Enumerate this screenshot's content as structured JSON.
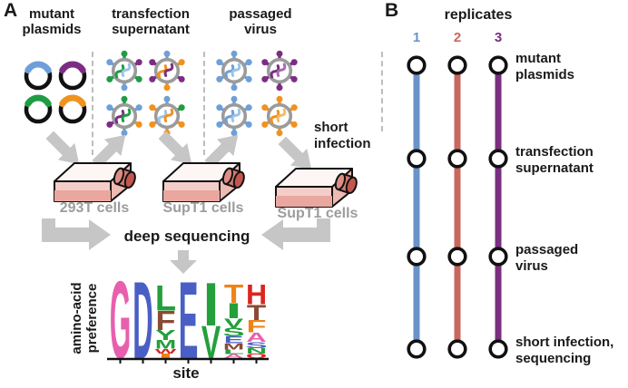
{
  "palette": {
    "blue": "#6f9fd8",
    "green": "#1f9c44",
    "purple": "#7c2d83",
    "orange": "#f0921e",
    "blue_l": "#9cc3e8",
    "purple_l": "#a96cb0",
    "orange_l": "#f6b96a",
    "virus_gray": "#9b9b9b",
    "arrow_gray": "#c6c6c6",
    "cells_label_gray": "#9c9c9c",
    "flask_pink": "#f4cdc8",
    "flask_liquid": "#e9a79f",
    "flask_cap": "#c4564f"
  },
  "panel_a": {
    "label": "A",
    "columns": [
      {
        "title": "mutant\nplasmids"
      },
      {
        "title": "transfection\nsupernatant"
      },
      {
        "title": "passaged\nvirus"
      }
    ],
    "plasmids": [
      {
        "color": "blue"
      },
      {
        "color": "purple"
      },
      {
        "color": "green"
      },
      {
        "color": "orange"
      }
    ],
    "supernatant_viruses": [
      {
        "spikes": [
          "green",
          "purple",
          "green",
          "blue",
          "green",
          "blue"
        ],
        "rna": [
          "green",
          "blue_l"
        ]
      },
      {
        "spikes": [
          "blue",
          "orange",
          "purple",
          "orange",
          "purple",
          "purple"
        ],
        "rna": [
          "orange",
          "purple"
        ]
      },
      {
        "spikes": [
          "green",
          "blue",
          "orange",
          "blue",
          "purple",
          "blue"
        ],
        "rna": [
          "purple",
          "green"
        ]
      },
      {
        "spikes": [
          "blue",
          "green",
          "orange",
          "orange",
          "orange",
          "orange"
        ],
        "rna": [
          "blue_l",
          "orange"
        ]
      }
    ],
    "passaged_viruses": [
      {
        "spikes": "blue",
        "rna": [
          "blue",
          "blue_l"
        ]
      },
      {
        "spikes": "purple",
        "rna": [
          "purple",
          "purple_l"
        ]
      },
      {
        "spikes": "blue",
        "rna": [
          "blue",
          "blue_l"
        ]
      },
      {
        "spikes": "orange",
        "rna": [
          "orange",
          "orange_l"
        ]
      }
    ],
    "short_infection": "short\ninfection",
    "flasks": [
      {
        "label": "293T cells"
      },
      {
        "label": "SupT1 cells"
      },
      {
        "label": "SupT1 cells"
      }
    ],
    "deep_sequencing": "deep sequencing",
    "logo": {
      "ylabel": "amino-acid\npreference",
      "xlabel": "site",
      "columns": [
        [
          {
            "ch": "G",
            "color": "#e85fae",
            "f": 1.0
          }
        ],
        [
          {
            "ch": "D",
            "color": "#4a5fc4",
            "f": 1.0
          }
        ],
        [
          {
            "ch": "L",
            "color": "#23a03b",
            "f": 0.33
          },
          {
            "ch": "F",
            "color": "#8a4a33",
            "f": 0.25
          },
          {
            "ch": "Y",
            "color": "#23a03b",
            "f": 0.13
          },
          {
            "ch": "M",
            "color": "#23a03b",
            "f": 0.11
          },
          {
            "ch": "W",
            "color": "#d9261f",
            "f": 0.06
          },
          {
            "ch": "I",
            "color": "#ef8318",
            "f": 0.06
          }
        ],
        [
          {
            "ch": "E",
            "color": "#4a5fc4",
            "f": 1.0
          }
        ],
        [
          {
            "ch": "I",
            "color": "#23a03b",
            "f": 0.56
          },
          {
            "ch": "V",
            "color": "#23a03b",
            "f": 0.42
          }
        ],
        [
          {
            "ch": "T",
            "color": "#ef8318",
            "f": 0.24
          },
          {
            "ch": "I",
            "color": "#23a03b",
            "f": 0.2
          },
          {
            "ch": "V",
            "color": "#23a03b",
            "f": 0.12
          },
          {
            "ch": "S",
            "color": "#23a03b",
            "f": 0.11
          },
          {
            "ch": "E",
            "color": "#4a5fc4",
            "f": 0.09
          },
          {
            "ch": "M",
            "color": "#8a4a33",
            "f": 0.08
          },
          {
            "ch": "L",
            "color": "#23a03b",
            "f": 0.06
          },
          {
            "ch": "A",
            "color": "#e85fae",
            "f": 0.05
          }
        ],
        [
          {
            "ch": "H",
            "color": "#d9261f",
            "f": 0.26
          },
          {
            "ch": "T",
            "color": "#8a4a33",
            "f": 0.2
          },
          {
            "ch": "F",
            "color": "#ef8318",
            "f": 0.16
          },
          {
            "ch": "A",
            "color": "#e85fae",
            "f": 0.12
          },
          {
            "ch": "S",
            "color": "#4a5fc4",
            "f": 0.08
          },
          {
            "ch": "N",
            "color": "#23a03b",
            "f": 0.07
          },
          {
            "ch": "Q",
            "color": "#d9261f",
            "f": 0.06
          }
        ]
      ]
    }
  },
  "panel_b": {
    "label": "B",
    "title": "replicates",
    "replicates": [
      {
        "num": "1",
        "color": "#6a93c9"
      },
      {
        "num": "2",
        "color": "#c9675e"
      },
      {
        "num": "3",
        "color": "#7b2d80"
      }
    ],
    "stages": [
      {
        "label": "mutant\nplasmids"
      },
      {
        "label": "transfection\nsupernatant"
      },
      {
        "label": "passaged\nvirus"
      },
      {
        "label": "short infection,\nsequencing"
      }
    ]
  }
}
